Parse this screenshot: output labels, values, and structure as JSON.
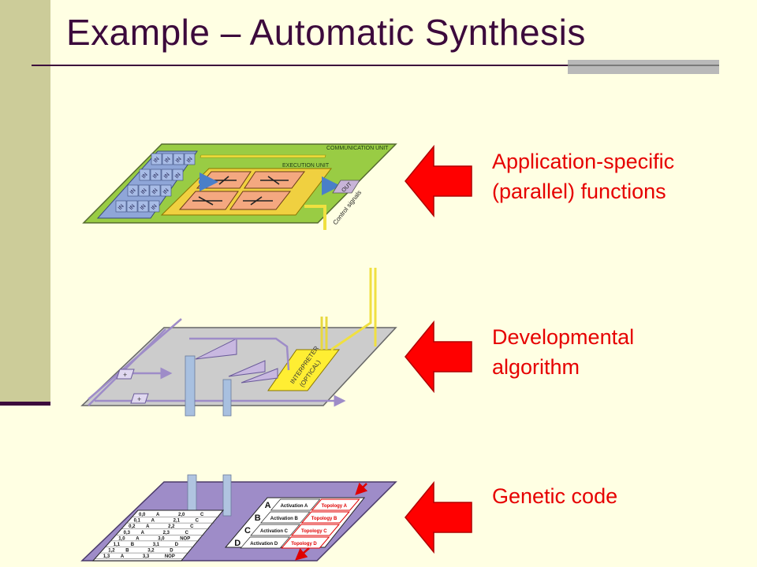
{
  "slide": {
    "title": "Example – Automatic Synthesis",
    "colors": {
      "title": "#3C0A3C",
      "label": "#E60000",
      "arrow": "#FF0000",
      "background": "#FFFFE3",
      "sidebar": "#CCCC99"
    }
  },
  "layers": [
    {
      "label": "Application-specific\n(parallel) functions"
    },
    {
      "label": "Developmental\nalgorithm"
    },
    {
      "label": "Genetic code"
    }
  ],
  "diagram": {
    "top": {
      "communication_unit": "COMMUNICATION UNIT",
      "execution_unit": "EXECUTION UNIT",
      "in_label": "IN",
      "out_label": "OUT",
      "control_signals": "Control signals"
    },
    "middle": {
      "interpreter": "INTERPRETER",
      "optional": "(OPTICAL)",
      "adder": "+"
    },
    "bottom": {
      "genes": [
        {
          "letter": "A",
          "activation": "Activation A",
          "topology": "Topology A"
        },
        {
          "letter": "B",
          "activation": "Activation B",
          "topology": "Topology B"
        },
        {
          "letter": "C",
          "activation": "Activation C",
          "topology": "Topology C"
        },
        {
          "letter": "D",
          "activation": "Activation D",
          "topology": "Topology D"
        }
      ],
      "table_rows": [
        [
          "0,0",
          "A",
          "2,0",
          "C"
        ],
        [
          "0,1",
          "A",
          "2,1",
          "C"
        ],
        [
          "0,2",
          "A",
          "2,2",
          "C"
        ],
        [
          "0,3",
          "A",
          "2,3",
          "C"
        ],
        [
          "1,0",
          "A",
          "3,0",
          "NOP"
        ],
        [
          "1,1",
          "B",
          "3,1",
          "D"
        ],
        [
          "1,2",
          "B",
          "3,2",
          "D"
        ],
        [
          "1,3",
          "A",
          "3,3",
          "NOP"
        ]
      ]
    }
  }
}
